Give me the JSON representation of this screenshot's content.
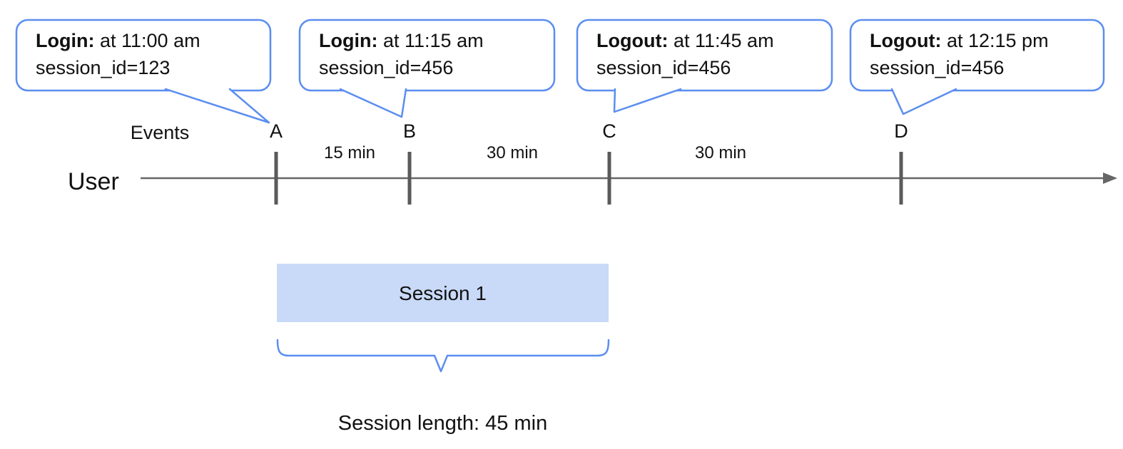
{
  "callouts": [
    {
      "label": "Login:",
      "time": "at 11:00 am",
      "session": "session_id=123"
    },
    {
      "label": "Login:",
      "time": "at 11:15 am",
      "session": "session_id=456"
    },
    {
      "label": "Logout:",
      "time": "at 11:45 am",
      "session": "session_id=456"
    },
    {
      "label": "Logout:",
      "time": "at 12:15 pm",
      "session": "session_id=456"
    }
  ],
  "timeline": {
    "events_label": "Events",
    "axis_label": "User",
    "event_markers": [
      "A",
      "B",
      "C",
      "D"
    ],
    "interval_labels": [
      "15 min",
      "30 min",
      "30 min"
    ]
  },
  "session": {
    "box_label": "Session 1",
    "length_label": "Session length: 45 min"
  },
  "colors": {
    "accent_blue": "#5b8ef0",
    "session_fill": "#c9daf8",
    "line_gray": "#666666",
    "tick_gray": "#5a5a5a",
    "text": "#111111"
  }
}
